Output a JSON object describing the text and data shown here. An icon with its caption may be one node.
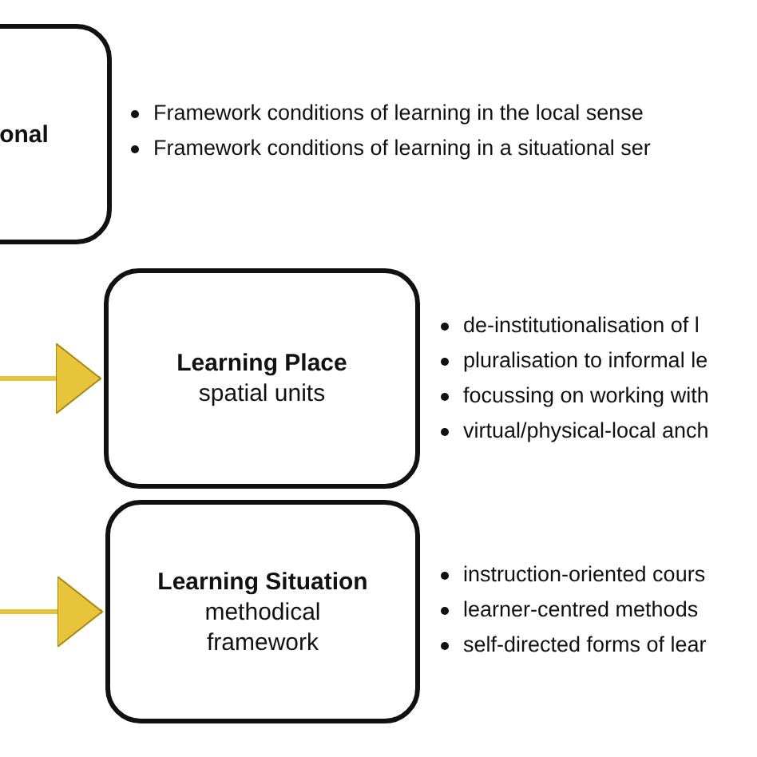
{
  "diagram": {
    "nodes": [
      {
        "text": [
          "onal"
        ],
        "beside": [
          "Framework conditions of learning in the local sense",
          "Framework conditions of learning in a situational ser"
        ]
      },
      {
        "text": [
          "Learning Place",
          "spatial units"
        ],
        "beside": [
          "de-institutionalisation of l",
          "pluralisation to informal le",
          "focussing on working with",
          "virtual/physical-local anch"
        ]
      },
      {
        "text": [
          "Learning Situation",
          "methodical framework"
        ],
        "beside": [
          "instruction-oriented cours",
          "learner-centred methods",
          "self-directed forms of lear"
        ]
      }
    ],
    "edges": [
      {
        "from": null,
        "to": 1,
        "arrow": "to"
      },
      {
        "from": null,
        "to": 2,
        "arrow": "to"
      }
    ]
  }
}
